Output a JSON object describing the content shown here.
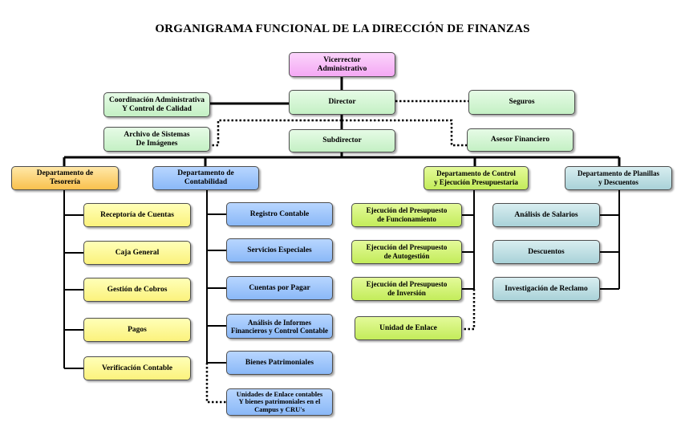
{
  "title": "ORGANIGRAMA FUNCIONAL DE LA DIRECCIÓN DE FINANZAS",
  "top": {
    "vicerrector": "Vicerrector\nAdministrativo",
    "director": "Director",
    "subdirector": "Subdirector",
    "coordinacion": "Coordinación Administrativa\nY Control de Calidad",
    "archivo": "Archivo de Sistemas\nDe Imágenes",
    "seguros": "Seguros",
    "asesor": "Asesor Financiero"
  },
  "departments": [
    {
      "name": "Departamento de\nTesorería",
      "units": [
        "Receptoría de Cuentas",
        "Caja General",
        "Gestión de Cobros",
        "Pagos",
        "Verificación Contable"
      ]
    },
    {
      "name": "Departamento de\nContabilidad",
      "units": [
        "Registro Contable",
        "Servicios Especiales",
        "Cuentas por Pagar",
        "Análisis de Informes\nFinancieros y Control Contable",
        "Bienes Patrimoniales",
        "Unidades de Enlace contables\nY bienes patrimoniales en el\nCampus y CRU's"
      ]
    },
    {
      "name": "Departamento de Control\ny Ejecución Presupuestaria",
      "units": [
        "Ejecución del Presupuesto\nde Funcionamiento",
        "Ejecución del Presupuesto\nde Autogestión",
        "Ejecución del Presupuesto\nde Inversión",
        "Unidad de Enlace"
      ]
    },
    {
      "name": "Departamento de Planillas\ny Descuentos",
      "units": [
        "Análisis de Salarios",
        "Descuentos",
        "Investigación de Reclamo"
      ]
    }
  ],
  "colors": {
    "executive": "#f4a8f4",
    "management": "#c4f0c4",
    "tesoreria": "#f9c14d",
    "contabilidad": "#8ab8f7",
    "presupuesto": "#c3ec5a",
    "tesoreria_units": "#fbf27c",
    "planillas": "#a9d2d8"
  }
}
